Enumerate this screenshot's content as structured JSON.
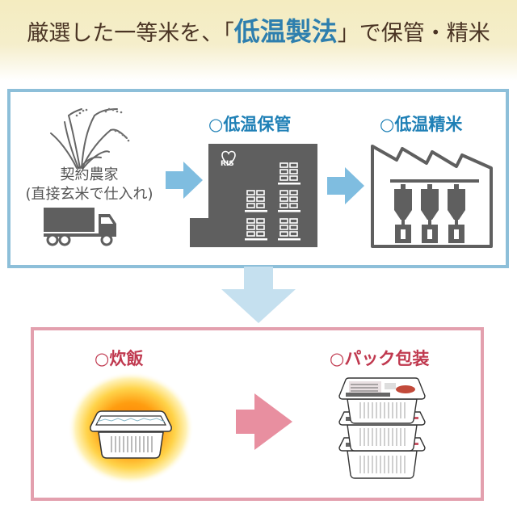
{
  "header": {
    "headline_pre": "厳選した一等米を、",
    "bracket_open": "「",
    "headline_highlight": "低温製法",
    "bracket_close": "」",
    "headline_post": "で保管・精米"
  },
  "upper_flow": {
    "farm": {
      "label_line1": "契約農家",
      "label_line2": "(直接玄米で仕入れ)",
      "icons": [
        "rice-plant-icon",
        "truck-icon"
      ]
    },
    "storage": {
      "title": "○低温保管",
      "icon": "warehouse-icon",
      "logo_text": "RIS"
    },
    "milling": {
      "title": "○低温精米",
      "icon": "factory-icon"
    }
  },
  "lower_flow": {
    "cooking": {
      "title": "○炊飯",
      "icon": "heated-rice-pack-icon"
    },
    "packaging": {
      "title": "○パック包装",
      "icon": "stacked-rice-packs-icon"
    }
  },
  "colors": {
    "blue_accent": "#1f80b6",
    "blue_border": "#8dbfd9",
    "blue_arrow": "#7fbde0",
    "pink_border": "#e3a0ae",
    "pink_arrow": "#e88fa0",
    "red_title": "#c0394f",
    "icon_gray": "#5f5f5f",
    "headline_brown": "#4a3424"
  }
}
